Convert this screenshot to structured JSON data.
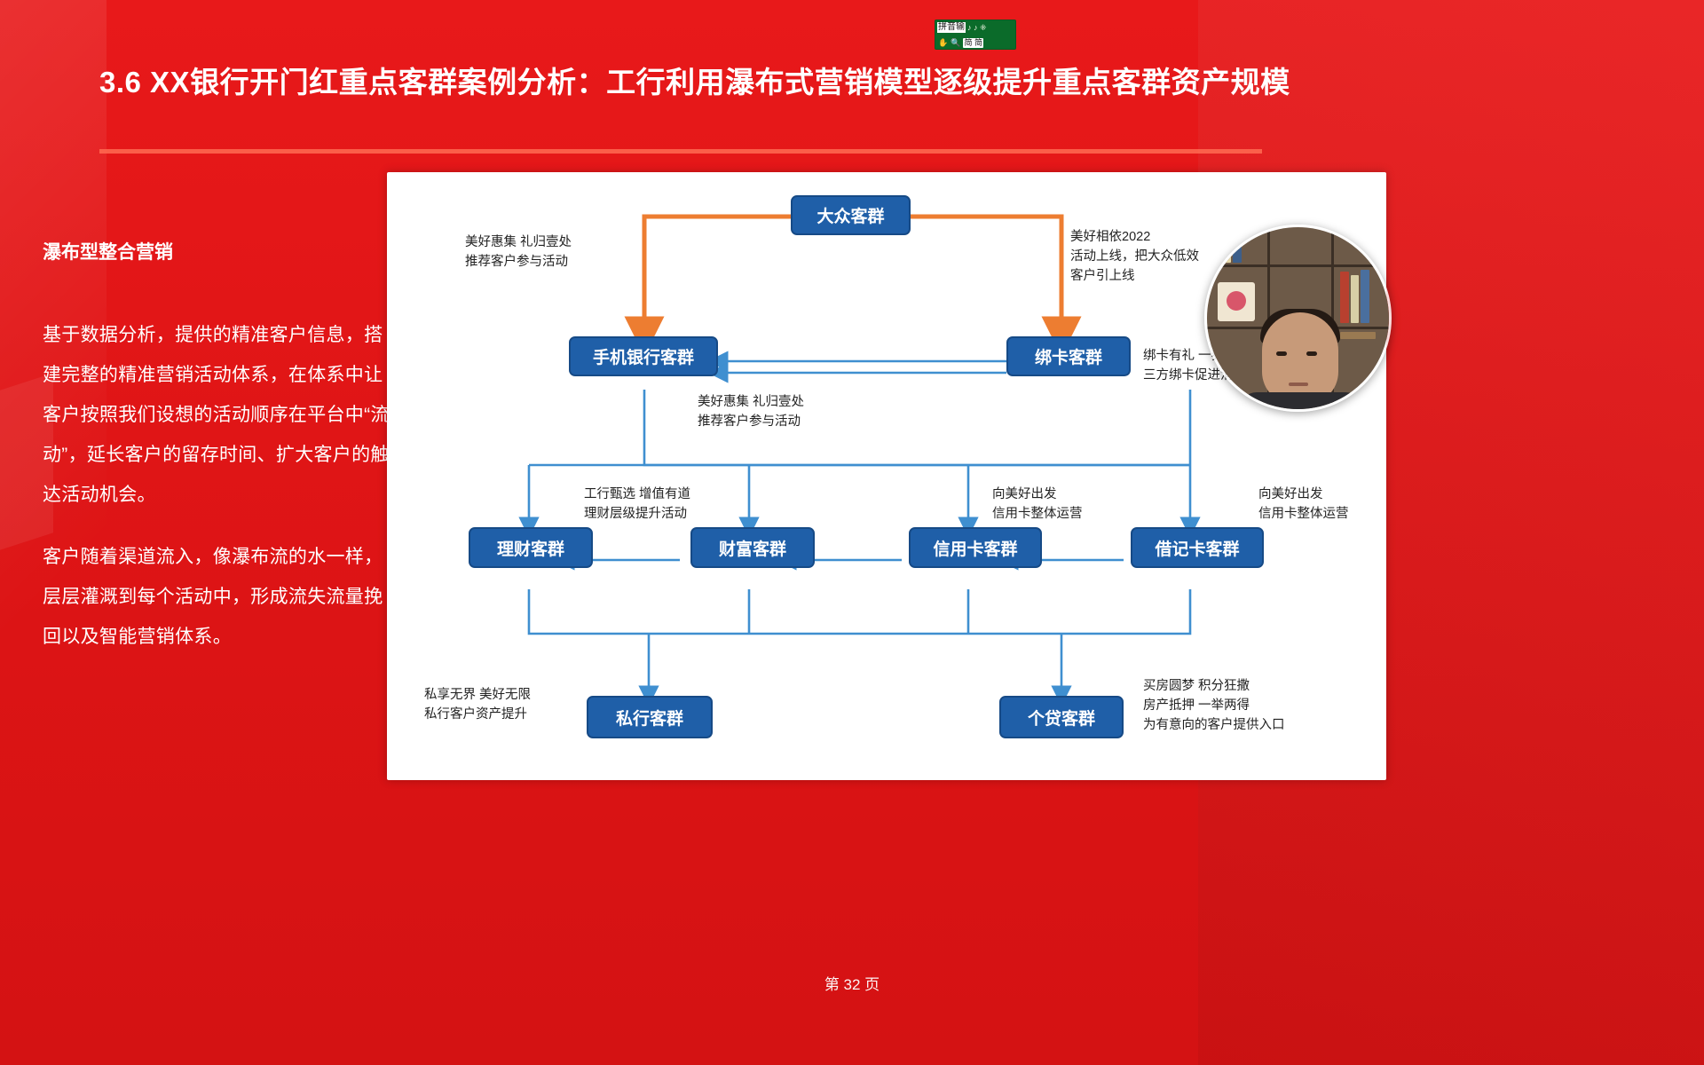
{
  "ime": {
    "label": "拼音输",
    "notes": "♪ ♪ ⁜",
    "hand_icon": "hand-icon",
    "chip": "简 简",
    "search_icon": "search-icon"
  },
  "slide": {
    "title": "3.6  XX银行开门红重点客群案例分析：工行利用瀑布式营销模型逐级提升重点客群资产规模",
    "left_heading": "瀑布型整合营销",
    "left_paragraph_1": "基于数据分析，提供的精准客户信息，搭建完整的精准营销活动体系，在体系中让客户按照我们设想的活动顺序在平台中“流动”，延长客户的留存时间、扩大客户的触达活动机会。",
    "left_paragraph_2": "客户随着渠道流入，像瀑布流的水一样，层层灌溉到每个活动中，形成流失流量挽回以及智能营销体系。",
    "footer": "第 32 页",
    "accent_red": "#e8191a",
    "node_blue": "#1f5fa8",
    "arrow_orange": "#ed7d31",
    "arrow_blue": "#3f8fd0"
  },
  "chart_data": {
    "type": "diagram",
    "title": "瀑布式营销模型",
    "nodes": [
      {
        "id": "n1",
        "label": "大众客群"
      },
      {
        "id": "n2",
        "label": "手机银行客群"
      },
      {
        "id": "n3",
        "label": "绑卡客群"
      },
      {
        "id": "n4",
        "label": "理财客群"
      },
      {
        "id": "n5",
        "label": "财富客群"
      },
      {
        "id": "n6",
        "label": "信用卡客群"
      },
      {
        "id": "n7",
        "label": "借记卡客群"
      },
      {
        "id": "n8",
        "label": "私行客群"
      },
      {
        "id": "n9",
        "label": "个贷客群"
      }
    ],
    "annotations": [
      {
        "id": "a1",
        "lines": [
          "美好惠集 礼归壹处",
          "推荐客户参与活动"
        ]
      },
      {
        "id": "a2",
        "lines": [
          "美好相依2022",
          "活动上线，把大众低效",
          "客户引上线"
        ]
      },
      {
        "id": "a3",
        "lines": [
          "绑卡有礼 一券",
          "三方绑卡促进消费"
        ]
      },
      {
        "id": "a4",
        "lines": [
          "美好惠集  礼归壹处",
          "推荐客户参与活动"
        ]
      },
      {
        "id": "a5",
        "lines": [
          "工行甄选 增值有道",
          "理财层级提升活动"
        ]
      },
      {
        "id": "a6",
        "lines": [
          "向美好出发",
          "信用卡整体运营"
        ]
      },
      {
        "id": "a7",
        "lines": [
          "向美好出发",
          "信用卡整体运营"
        ]
      },
      {
        "id": "a8",
        "lines": [
          "私享无界 美好无限",
          "私行客户资产提升"
        ]
      },
      {
        "id": "a9",
        "lines": [
          "买房圆梦 积分狂撒",
          "房产抵押 一举两得",
          "为有意向的客户提供入口"
        ]
      }
    ]
  }
}
